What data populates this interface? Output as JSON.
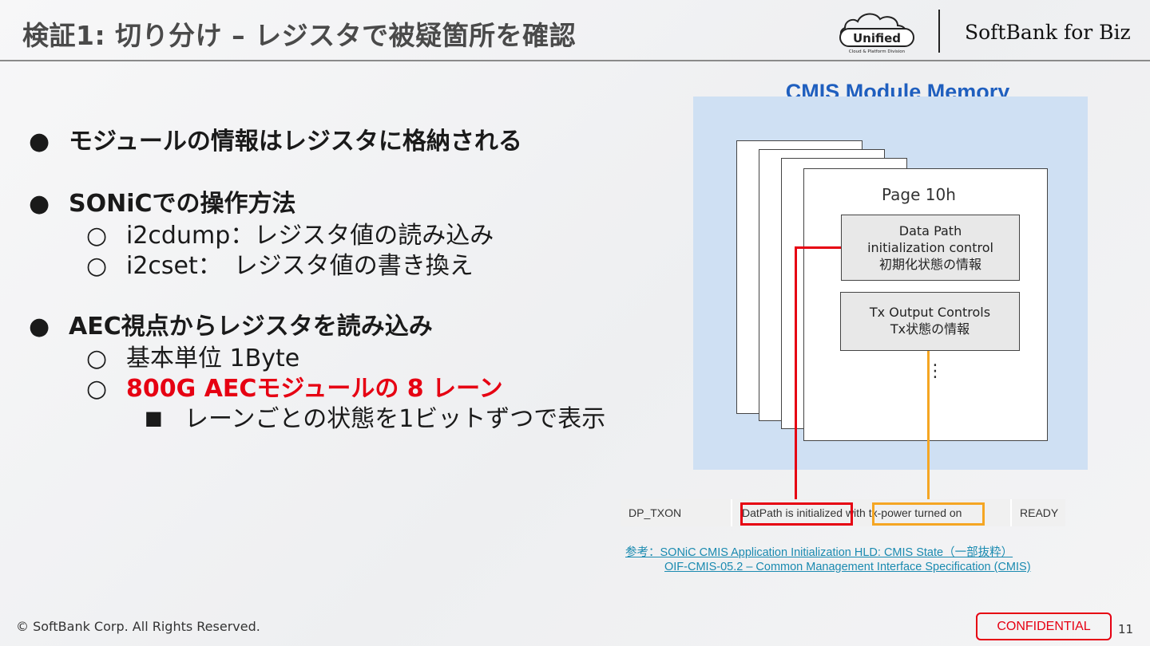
{
  "header": {
    "title": "検証1: 切り分け – レジスタで被疑箇所を確認",
    "logo_unified_text": "Unified",
    "logo_unified_sub": "Cloud & Platform Division",
    "logo_softbank": "SoftBank for Biz"
  },
  "bullets": {
    "b1": "モジュールの情報はレジスタに格納される",
    "b2": "SONiCでの操作方法",
    "b2_sub1": "i2cdump：レジスタ値の読み込み",
    "b2_sub2": "i2cset：　レジスタ値の書き換え",
    "b3": "AEC視点からレジスタを読み込み",
    "b3_sub1": "基本単位 1Byte",
    "b3_sub2": "800G AECモジュールの 8 レーン",
    "b3_sub2_sub1": "レーンごとの状態を1ビットずつで表示",
    "dot": "●",
    "circle": "○",
    "square": "■"
  },
  "diagram": {
    "title": "CMIS Module Memory",
    "page_label": "Page 10h",
    "reg1": [
      "Data Path",
      "initialization control",
      "初期化状態の情報"
    ],
    "reg2": [
      "Tx Output Controls",
      "Tx状態の情報"
    ],
    "more": "⋮"
  },
  "state_table": {
    "cells": [
      "DP_TXON",
      "DatPath is initialized with tx-power turned on",
      "READY"
    ]
  },
  "references": {
    "ref1": "参考：SONiC CMIS Application Initialization HLD: CMIS State（一部抜粋）",
    "ref2": "OIF-CMIS-05.2 – Common Management Interface Specification (CMIS)"
  },
  "footer": {
    "copyright": "© SoftBank Corp. All Rights Reserved.",
    "confidential": "CONFIDENTIAL",
    "page_number": "11"
  },
  "colors": {
    "accent_red": "#e60012",
    "accent_orange": "#f5a623",
    "diagram_blue": "#1f5fbf",
    "memory_bg": "#cfe0f3"
  }
}
